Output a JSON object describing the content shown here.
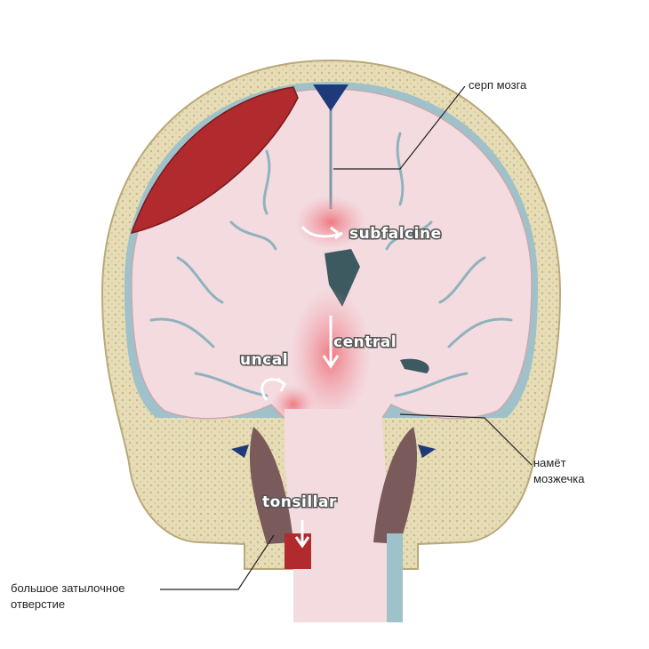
{
  "labels": {
    "falx": "серп мозга",
    "tentorium_line1": "намёт",
    "tentorium_line2": "мозжечка",
    "foramen_line1": "большое затылочное",
    "foramen_line2": "отверстие"
  },
  "herniations": {
    "subfalcine": "subfalcine",
    "central": "central",
    "uncal": "uncal",
    "tonsillar": "tonsillar"
  },
  "colors": {
    "bone": "#e6dcb6",
    "brain": "#f3dbe0",
    "hematoma": "#b02a2e",
    "csf": "#9fc1c9",
    "muscle": "#7a5a5a",
    "herniation_glow": "#f08a90"
  }
}
